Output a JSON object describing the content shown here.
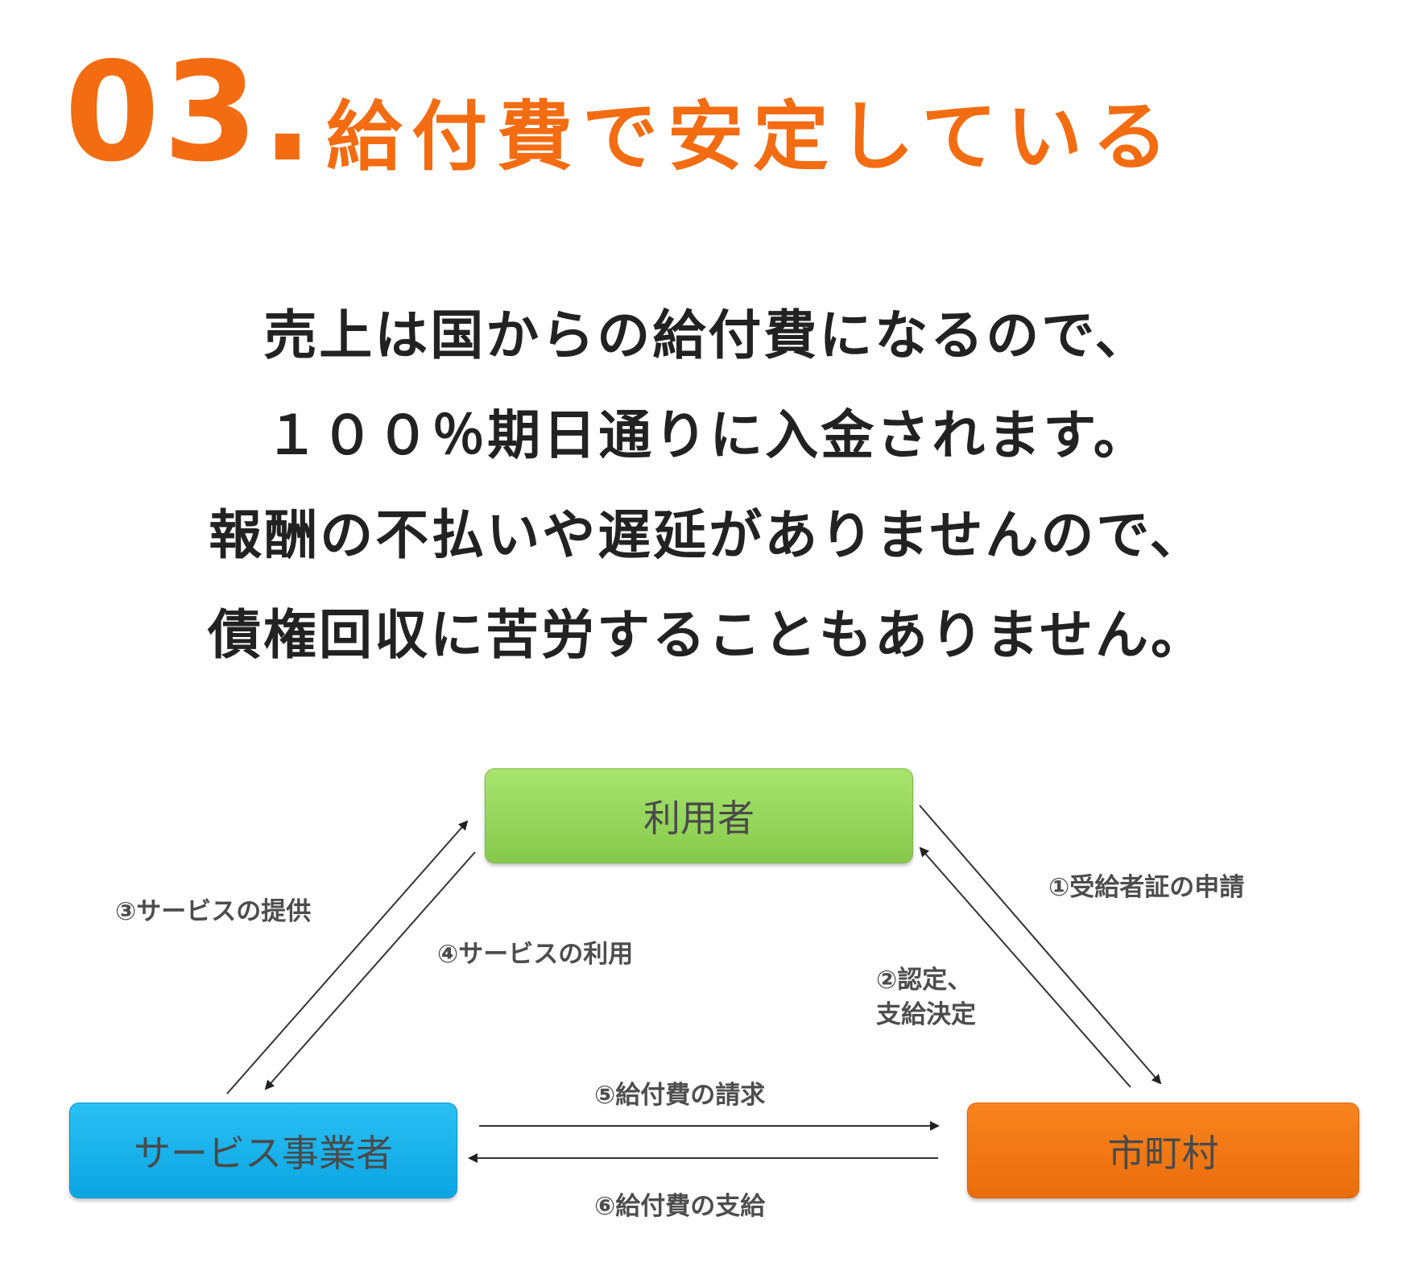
{
  "heading": {
    "number": "03.",
    "title": "給付費で安定している"
  },
  "message": {
    "lines": [
      "売上は国からの給付費になるので、",
      "１００％期日通りに入金されます。",
      "報酬の不払いや遅延がありませんので、",
      "債権回収に苦労することもありません。"
    ]
  },
  "diagram": {
    "nodes": {
      "user": "利用者",
      "provider": "サービス事業者",
      "city": "市町村"
    },
    "flows": {
      "step1": "①受給者証の申請",
      "step2_line1": "②認定、",
      "step2_line2": "支給決定",
      "step3": "③サービスの提供",
      "step4": "④サービスの利用",
      "step5": "⑤給付費の請求",
      "step6": "⑥給付費の支給"
    },
    "colors": {
      "user": "#99d95b",
      "provider": "#18b2ec",
      "city": "#f27a14",
      "accent": "#f36c12"
    }
  }
}
